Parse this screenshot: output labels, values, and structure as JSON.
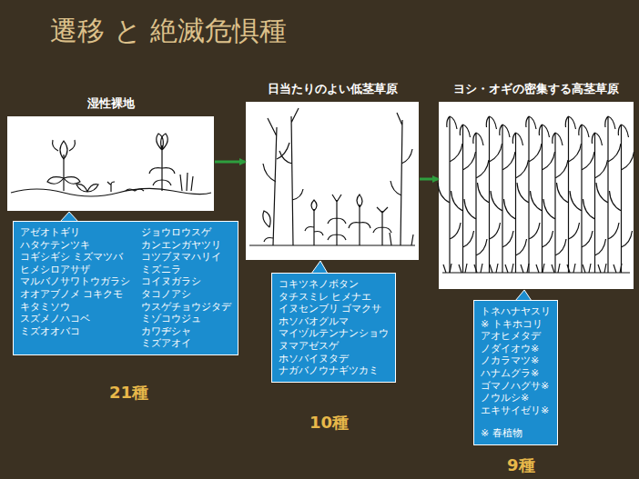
{
  "diagram": {
    "title": "遷移 と 絶滅危惧種",
    "nodes": [
      {
        "text": [
          "湿性裸地"
        ]
      },
      {
        "text": [
          "日当たりのよい低茎草原"
        ]
      },
      {
        "text": [
          "ヨシ・オギの密集する高茎草原"
        ]
      },
      {
        "text": [
          "アゼオトギリ ハタケテンツキ コギシギシ ミズマツバ ヒメシロアサザ マルバノサワトウガラシ オオアブノメ コキクモ キタミソウ スズメノハコベ ミズオオバコ",
          "ジョウロウスゲ カンエンガヤツリ コツブヌマハリイ ミズニラ コイヌガラシ タコノアシ ウスゲチョウジタデ ミゾコウジュ カワヂシャ ミズアオイ"
        ]
      },
      {
        "text": [
          "コキツネノボタン タチスミレ ヒメナエ イヌセンブリ ゴマクサ ホソバオグルマ マイヅルテンナンショウ ヌマアゼスゲ ホソバイヌタデ ナガバノウナギツカミ"
        ]
      },
      {
        "text": [
          "トネハナヤスリ※ トキホコリ アオヒメタデ ノダイオウ※ ノカラマツ※ ハナムグラ※ ゴマノハグサ※ ノウルシ※ エキサイゼリ※",
          "※ 春植物"
        ]
      }
    ],
    "edges": [
      {
        "from": 0,
        "to": 1,
        "arrow": "to"
      },
      {
        "from": 1,
        "to": 2,
        "arrow": "to"
      }
    ],
    "labels": [
      "21種",
      "10種",
      "9種"
    ]
  }
}
